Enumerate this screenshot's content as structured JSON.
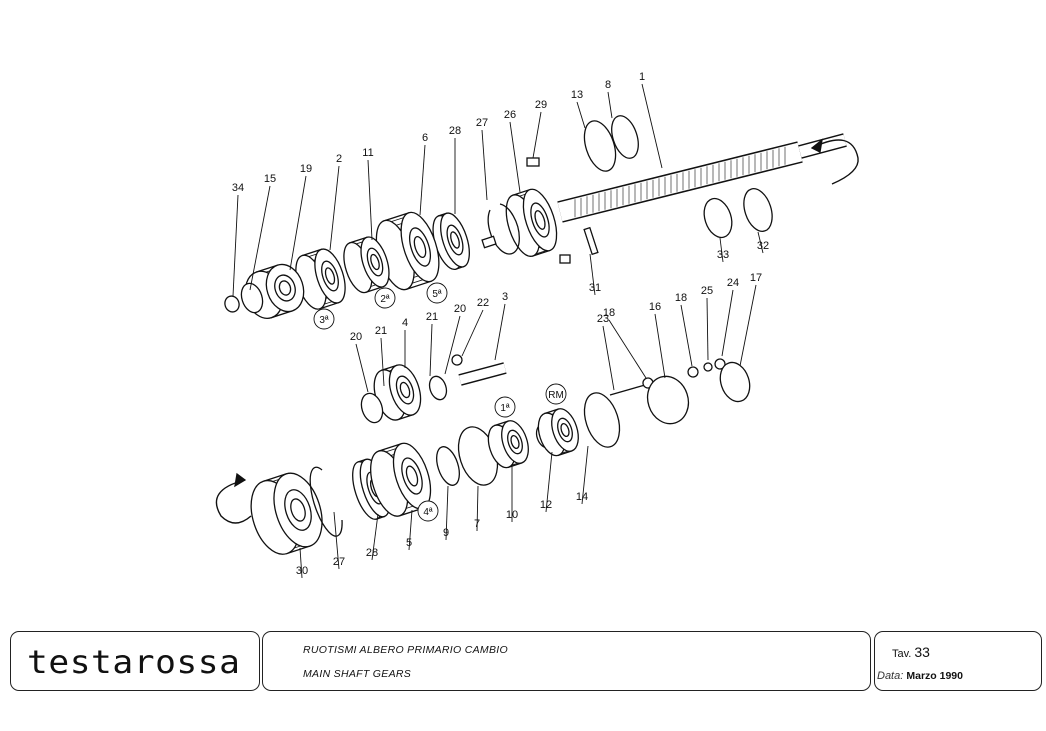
{
  "diagram": {
    "part_numbers": [
      "1",
      "2",
      "3",
      "4",
      "5",
      "6",
      "7",
      "8",
      "9",
      "10",
      "11",
      "12",
      "13",
      "14",
      "15",
      "16",
      "17",
      "18",
      "18",
      "19",
      "20",
      "20",
      "21",
      "21",
      "22",
      "23",
      "24",
      "25",
      "26",
      "27",
      "27",
      "28",
      "28",
      "29",
      "30",
      "31",
      "32",
      "33",
      "34"
    ],
    "gear_labels": [
      "2ª",
      "3ª",
      "5ª",
      "1ª",
      "4ª",
      "RM"
    ]
  },
  "title_block": {
    "brand": "testarossa",
    "title_it": "RUOTISMI ALBERO PRIMARIO CAMBIO",
    "title_en": "MAIN SHAFT GEARS",
    "tav_label": "Tav.",
    "tav_number": "33",
    "date_label": "Data:",
    "date_value": "Marzo 1990"
  }
}
